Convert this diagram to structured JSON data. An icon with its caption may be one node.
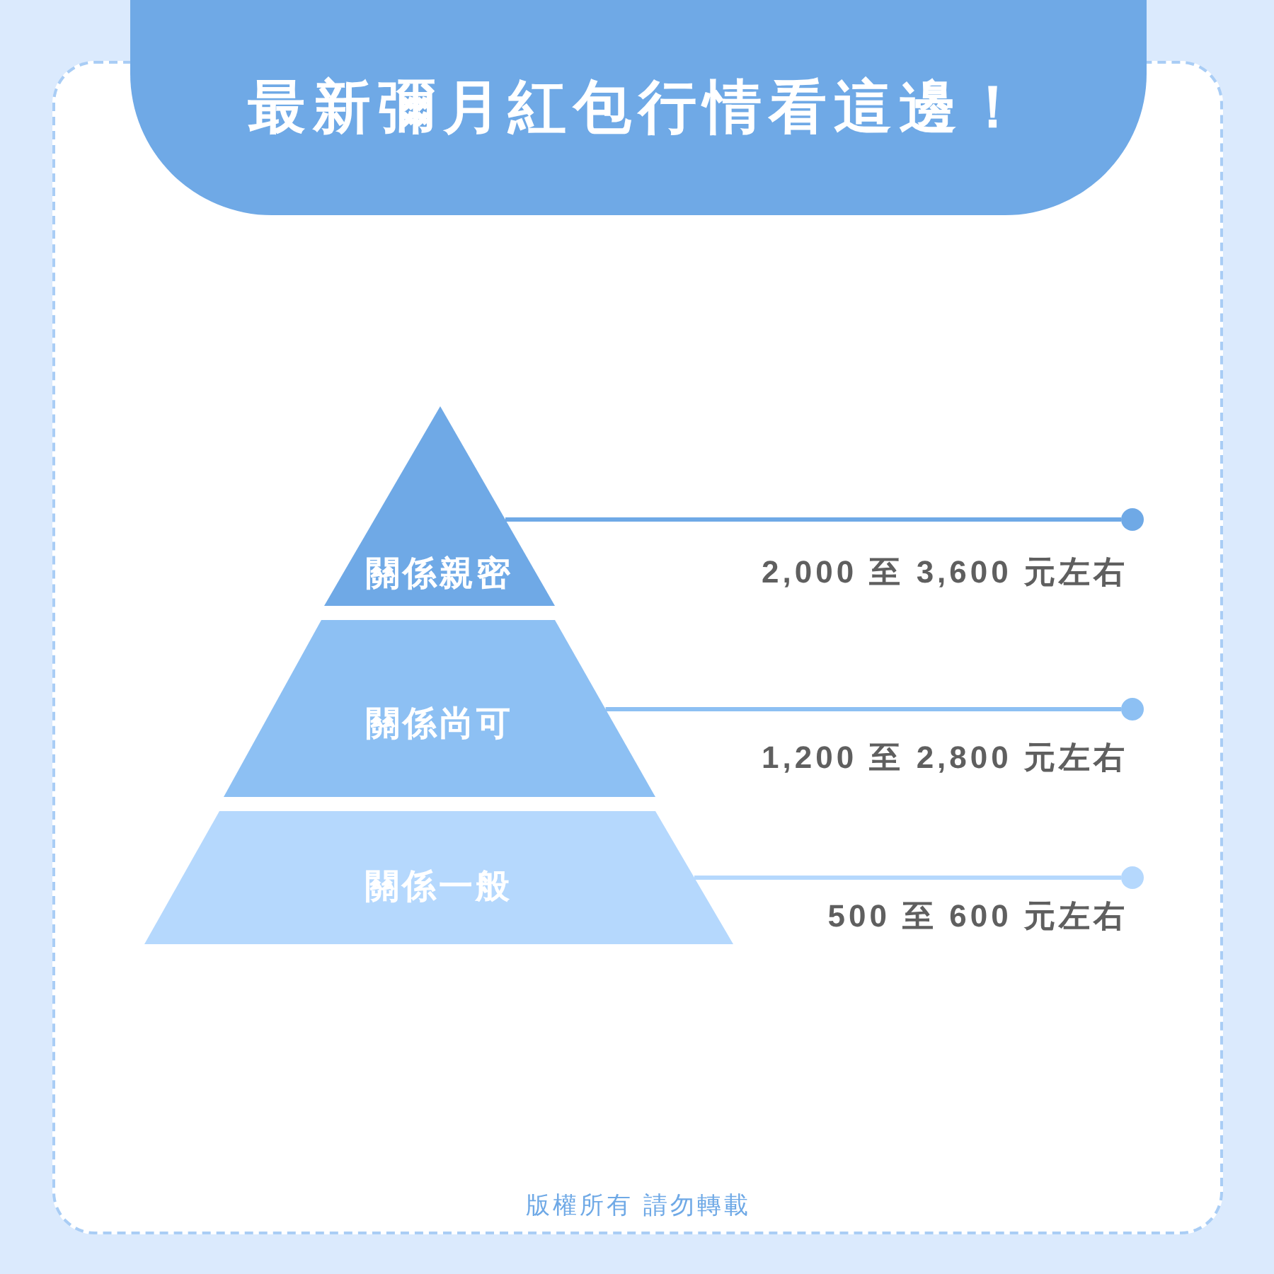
{
  "diagram": {
    "title": "最新彌月紅包行情看這邊！",
    "nodes": [
      {
        "text": [
          "關係親密"
        ]
      },
      {
        "text": [
          "關係尚可"
        ]
      },
      {
        "text": [
          "關係一般"
        ]
      },
      {
        "text": [],
        "shape": "circle",
        "beside": [
          "2,000 至 3,600 元左右"
        ]
      },
      {
        "text": [],
        "shape": "circle",
        "beside": [
          "1,200 至 2,800 元左右"
        ]
      },
      {
        "text": [],
        "shape": "circle",
        "beside": [
          "500 至 600 元左右"
        ]
      }
    ],
    "edges": [
      {
        "from": 0,
        "to": 3,
        "arrow": "none",
        "color": "#6fa9e6"
      },
      {
        "from": 1,
        "to": 4,
        "arrow": "none",
        "color": "#8dc0f3"
      },
      {
        "from": 2,
        "to": 5,
        "arrow": "none",
        "color": "#b5d8fd"
      }
    ],
    "labels": [
      "版權所有 請勿轉載"
    ]
  }
}
